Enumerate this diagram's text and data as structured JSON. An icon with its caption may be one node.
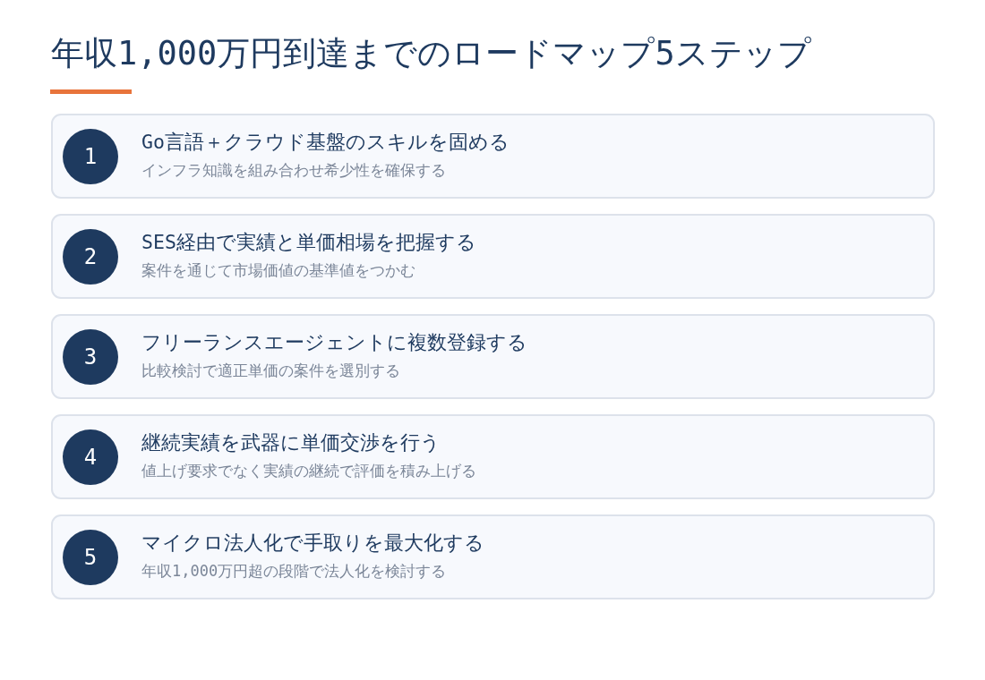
{
  "diagram": {
    "title": "年収1,000万円到達までのロードマップ5ステップ",
    "nodes": [
      {
        "text": [
          "Go言語＋クラウド基盤のスキルを固める",
          "インフラ知識を組み合わせ希少性を確保する"
        ]
      },
      {
        "text": [
          "1"
        ],
        "in": 0
      },
      {
        "text": [
          "SES経由で実績と単価相場を把握する",
          "案件を通じて市場価値の基準値をつかむ"
        ]
      },
      {
        "text": [
          "2"
        ],
        "in": 2
      },
      {
        "text": [
          "フリーランスエージェントに複数登録する",
          "比較検討で適正単価の案件を選別する"
        ]
      },
      {
        "text": [
          "3"
        ],
        "in": 4
      },
      {
        "text": [
          "継続実績を武器に単価交渉を行う",
          "値上げ要求でなく実績の継続で評価を積み上げる"
        ]
      },
      {
        "text": [
          "4"
        ],
        "in": 6
      },
      {
        "text": [
          "マイクロ法人化で手取りを最大化する",
          "年収1,000万円超の段階で法人化を検討する"
        ]
      },
      {
        "text": [
          "5"
        ],
        "in": 8
      }
    ]
  }
}
